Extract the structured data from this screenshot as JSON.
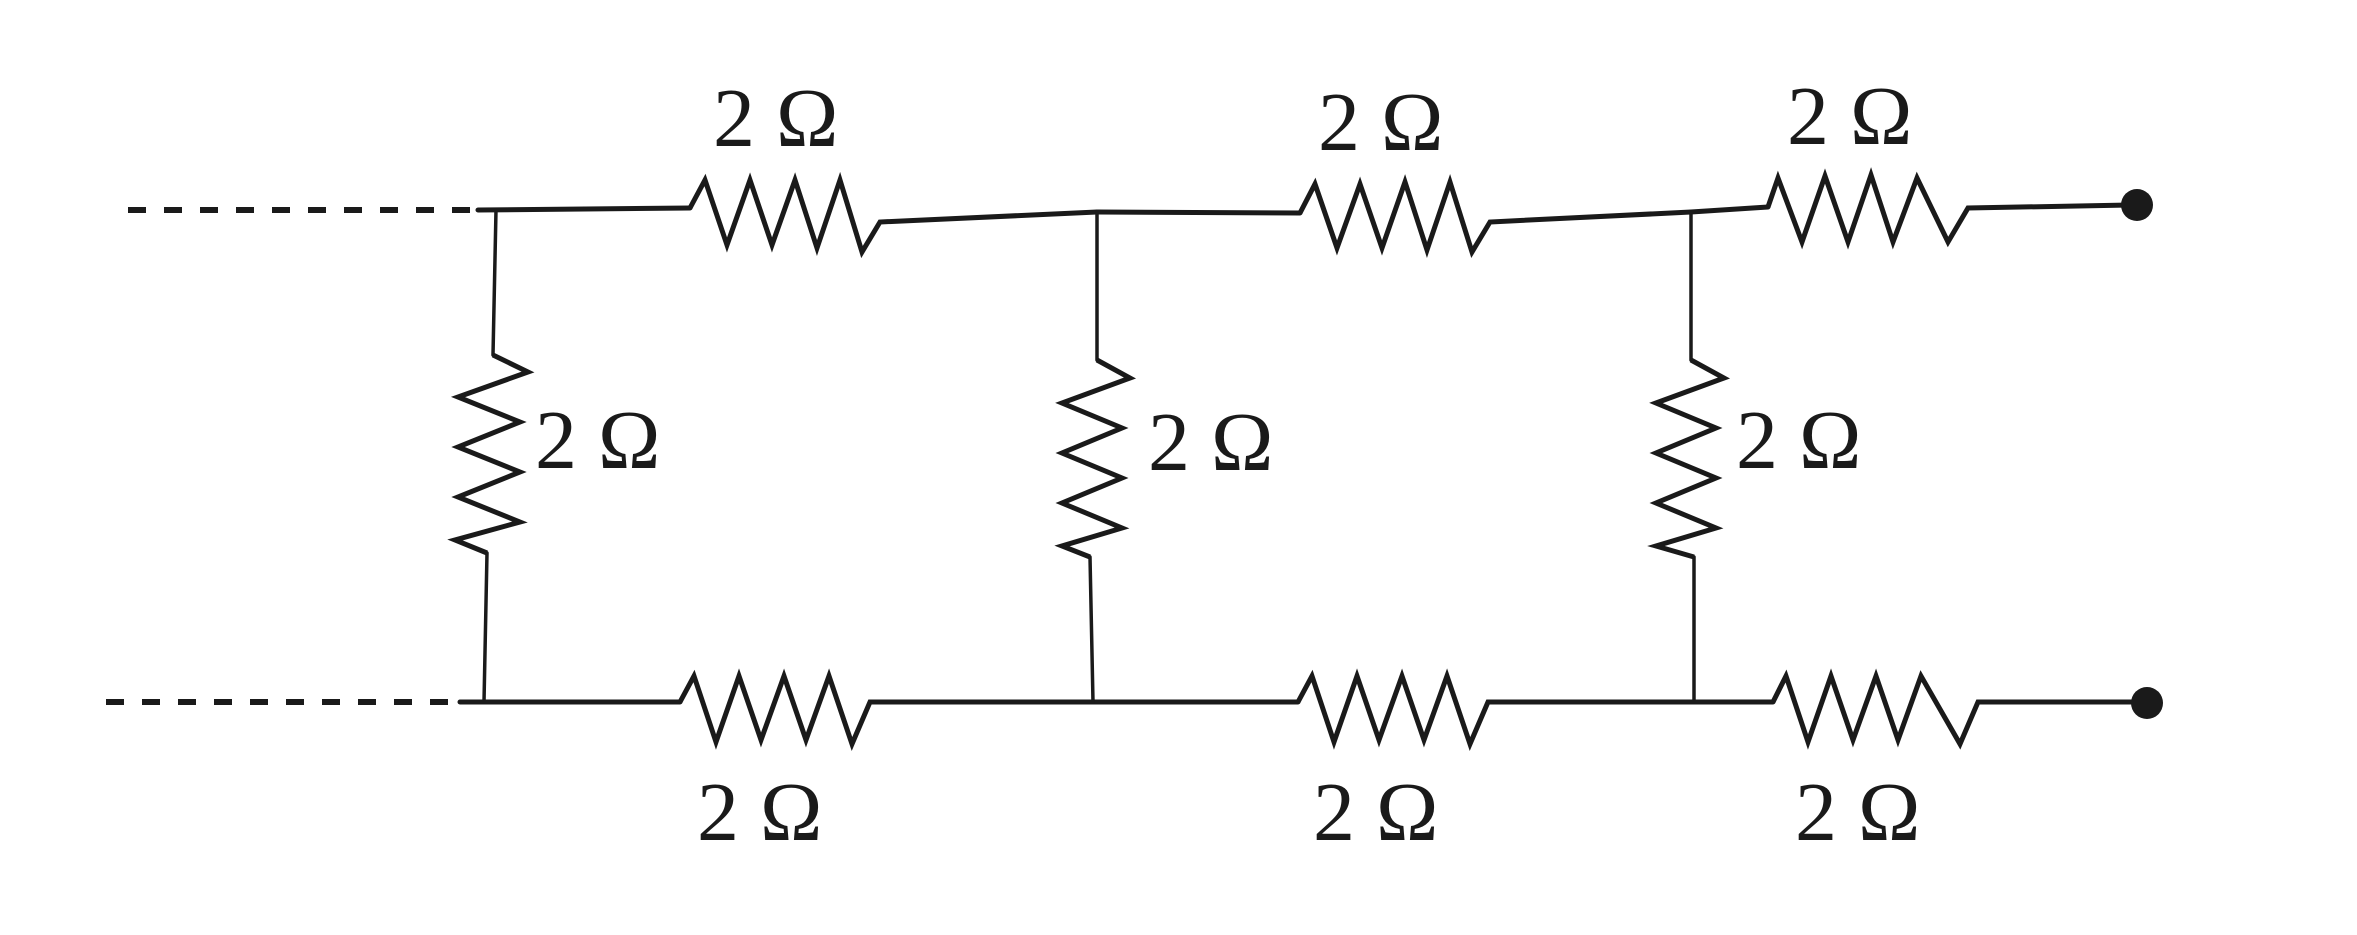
{
  "diagram": {
    "type": "infinite resistor ladder network",
    "line_color": "#1a1a1a",
    "background": "#ffffff",
    "top_resistors": [
      {
        "label": "2 Ω",
        "value_ohms": 2
      },
      {
        "label": "2 Ω",
        "value_ohms": 2
      },
      {
        "label": "2 Ω",
        "value_ohms": 2
      }
    ],
    "rung_resistors": [
      {
        "label": "2 Ω",
        "value_ohms": 2
      },
      {
        "label": "2 Ω",
        "value_ohms": 2
      },
      {
        "label": "2 Ω",
        "value_ohms": 2
      }
    ],
    "bottom_resistors": [
      {
        "label": "2 Ω",
        "value_ohms": 2
      },
      {
        "label": "2 Ω",
        "value_ohms": 2
      },
      {
        "label": "2 Ω",
        "value_ohms": 2
      }
    ],
    "left_continuation": "dashed (extends infinitely)",
    "terminals": [
      "top-terminal",
      "bottom-terminal"
    ]
  }
}
